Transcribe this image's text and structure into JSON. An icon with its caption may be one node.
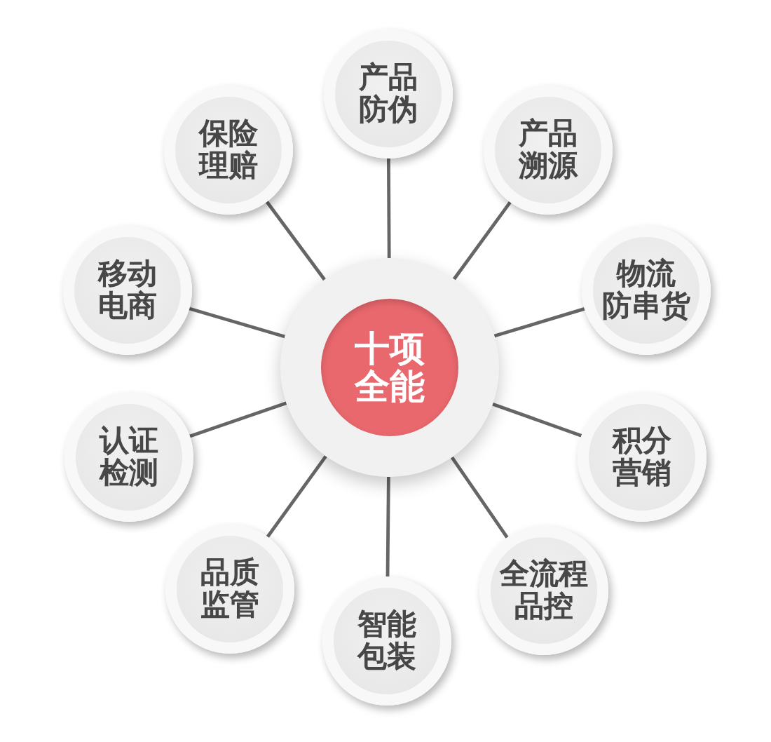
{
  "diagram": {
    "nodes": [
      {
        "text": [
          "十项全能"
        ]
      },
      {
        "text": [
          "产品防伪"
        ]
      },
      {
        "text": [
          "产品溯源"
        ]
      },
      {
        "text": [
          "物流防串货"
        ]
      },
      {
        "text": [
          "积分营销"
        ]
      },
      {
        "text": [
          "全流程品控"
        ]
      },
      {
        "text": [
          "智能包装"
        ]
      },
      {
        "text": [
          "品质监管"
        ]
      },
      {
        "text": [
          "认证检测"
        ]
      },
      {
        "text": [
          "移动电商"
        ]
      },
      {
        "text": [
          "保险理赔"
        ]
      }
    ],
    "edges": [
      {
        "from": 0,
        "to": 1,
        "arrow": "none"
      },
      {
        "from": 0,
        "to": 2,
        "arrow": "none"
      },
      {
        "from": 0,
        "to": 3,
        "arrow": "none"
      },
      {
        "from": 0,
        "to": 4,
        "arrow": "none"
      },
      {
        "from": 0,
        "to": 5,
        "arrow": "none"
      },
      {
        "from": 0,
        "to": 6,
        "arrow": "none"
      },
      {
        "from": 0,
        "to": 7,
        "arrow": "none"
      },
      {
        "from": 0,
        "to": 8,
        "arrow": "none"
      },
      {
        "from": 0,
        "to": 9,
        "arrow": "none"
      },
      {
        "from": 0,
        "to": 10,
        "arrow": "none"
      }
    ]
  }
}
